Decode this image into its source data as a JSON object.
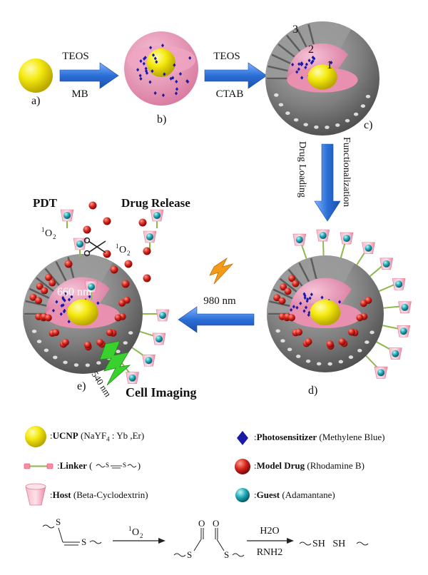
{
  "steps": {
    "a": "a)",
    "b": "b)",
    "c": "c)",
    "d": "d)",
    "e": "e)"
  },
  "arrows": {
    "ab_top": "TEOS",
    "ab_bottom": "MB",
    "bc_top": "TEOS",
    "bc_bottom": "CTAB",
    "cd_left": "Drug Loading",
    "cd_right": "Functionalization",
    "de_label": "980 nm"
  },
  "layers": [
    "1",
    "2",
    "3"
  ],
  "labels": {
    "pdt": "PDT",
    "drug_release": "Drug Release",
    "singlet_o2_a": "1",
    "singlet_o2_b": "O",
    "singlet_o2_c": "2",
    "emission_660": "660 nm",
    "emission_540": "540 nm",
    "cell_imaging": "Cell Imaging"
  },
  "legend": [
    {
      "key": "ucnp",
      "bold": "UCNP",
      "rest": " (NaYF",
      "sub": "4",
      "rest2": " : Yb ,Er)"
    },
    {
      "key": "linker",
      "bold": "Linker",
      "rest": " (",
      "rest2": ")"
    },
    {
      "key": "host",
      "bold": "Host",
      "rest": " (Beta-Cyclodextrin)"
    },
    {
      "key": "ps",
      "bold": "Photosensitizer",
      "rest": " (Methylene Blue)"
    },
    {
      "key": "drug",
      "bold": "Model Drug",
      "rest": " (Rhodamine B)"
    },
    {
      "key": "guest",
      "bold": "Guest",
      "rest": " (Adamantane)"
    }
  ],
  "legend_colon": ":",
  "reaction": {
    "reagent_1_sup": "1",
    "reagent_1": "O",
    "reagent_1_sub": "2",
    "reagent_2_top": "H2O",
    "reagent_2_bottom": "RNH2",
    "product": "SH   SH",
    "s_atom": "S",
    "o_atom": "O"
  },
  "colors": {
    "core": "#f2e600",
    "pink_shell": "#e98fb0",
    "gray_shell": "#808080",
    "arrow_blue": "#2b6fd6",
    "drug_red": "#d11a1a",
    "guest_teal": "#1ba6b3",
    "ps_blue": "#1a1aa8",
    "green_light": "#39d12e",
    "orange_light": "#f39a1a"
  }
}
